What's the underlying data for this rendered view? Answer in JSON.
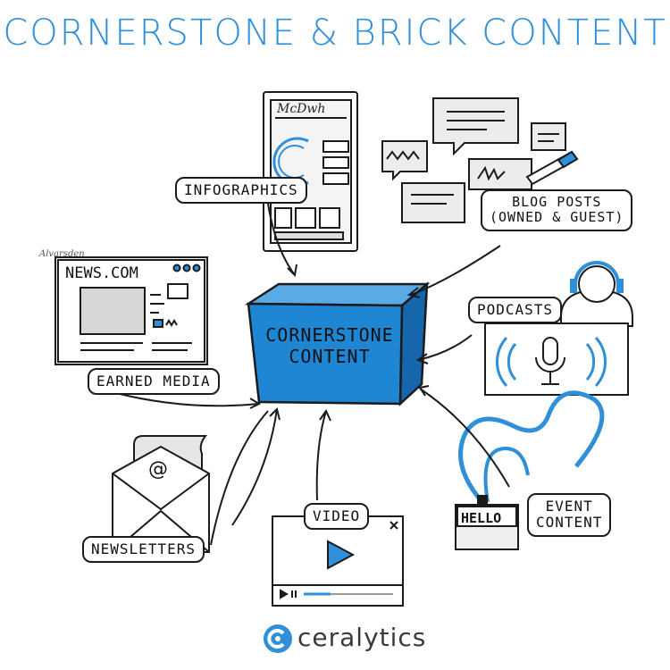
{
  "title": "CORNERSTONE & BRICK CONTENT",
  "center": {
    "line1": "CORNERSTONE",
    "line2": "CONTENT"
  },
  "labels": {
    "infographics": "INFOGRAPHICS",
    "blog_line1": "BLOG POSTS",
    "blog_line2": "(OWNED & GUEST)",
    "podcasts": "PODCASTS",
    "earned_media": "EARNED MEDIA",
    "newsletters": "NEWSLETTERS",
    "video": "VIDEO",
    "event_line1": "EVENT",
    "event_line2": "CONTENT"
  },
  "news": {
    "site": "NEWS.COM",
    "signature": "Alvarsden"
  },
  "infographic_header": "McDwh",
  "name_tag": "HELLO",
  "envelope_symbol": "@",
  "logo": {
    "text": "ceralytics"
  },
  "colors": {
    "accent": "#2f8fd8",
    "box": "#1f86d4",
    "ink": "#1b1b1b"
  }
}
